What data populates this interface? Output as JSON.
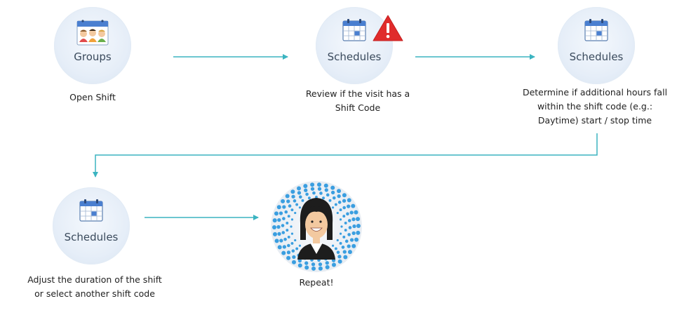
{
  "nodes": {
    "groups": {
      "label": "Groups",
      "icon": "people-calendar-icon"
    },
    "schedules1": {
      "label": "Schedules",
      "icon": "calendar-icon"
    },
    "schedules2": {
      "label": "Schedules",
      "icon": "calendar-icon"
    },
    "schedules3": {
      "label": "Schedules",
      "icon": "calendar-icon"
    },
    "repeat": {
      "icon": "smiling-person-avatar-icon"
    }
  },
  "captions": {
    "groups": "Open Shift",
    "schedules1": "Review if the visit has a\nShift Code",
    "schedules2": "Determine if additional hours fall\nwithin the shift code (e.g.:\nDaytime) start / stop time",
    "schedules3": "Adjust the duration of the shift\nor select another shift code",
    "repeat": "Repeat!"
  },
  "colors": {
    "connector": "#3bb4c1",
    "warning": "#e02b2b",
    "calendar_header": "#4a7fd0"
  }
}
